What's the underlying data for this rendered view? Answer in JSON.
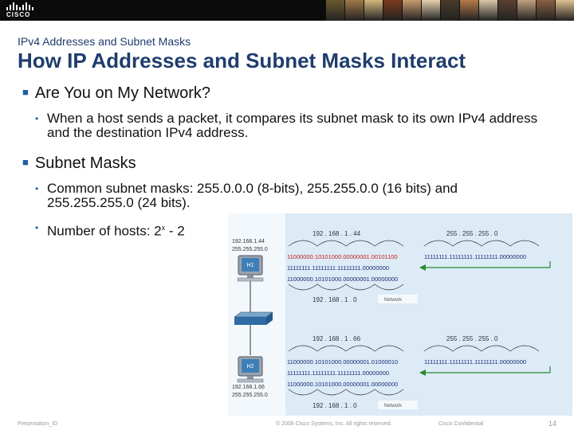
{
  "header": {
    "logo_text": "CISCO",
    "photo_colors": [
      "#6b5a2e",
      "#a0784a",
      "#d3b87a",
      "#7a3b1e",
      "#c69c6d",
      "#e6d2b0",
      "#4a3a2a",
      "#b67a4a",
      "#d9c8a8",
      "#5a4030",
      "#c0a080",
      "#8a6040",
      "#e0c090"
    ]
  },
  "slide": {
    "subtitle": "IPv4 Addresses and Subnet Masks",
    "title": "How IP Addresses and Subnet Masks Interact",
    "bullet1": "Are You on My Network?",
    "bullet1_sub": "When a host sends a packet, it compares its subnet mask to its own IPv4 address and the destination IPv4 address.",
    "bullet2": "Subnet Masks",
    "bullet2_sub1": "Common subnet masks: 255.0.0.0 (8-bits), 255.255.0.0 (16 bits) and 255.255.255.0 (24 bits).",
    "bullet2_sub2_pre": "Number of hosts: 2",
    "bullet2_sub2_sup": "x",
    "bullet2_sub2_post": " - 2"
  },
  "figure": {
    "h1": {
      "label": "H1",
      "ip": "192.168.1.44",
      "mask": "255.255.255.0"
    },
    "h2": {
      "label": "H2",
      "ip": "192.168.1.66",
      "mask": "255.255.255.0"
    },
    "top": {
      "ip_dotted": "192 . 168 . 1 . 44",
      "mask_dotted": "255 . 255 . 255 . 0",
      "ip_bin": "11000000.10101000.00000001.00101100",
      "mask_bin_left": "11111111.11111111.11111111.00000000",
      "mask_bin_right": "11111111.11111111.11111111.00000000",
      "net_bin": "11000000.10101000.00000001.00000000",
      "net_dotted": "192 . 168 . 1 . 0",
      "net_label": "Network"
    },
    "bottom": {
      "ip_dotted": "192 . 168 . 1 . 66",
      "mask_dotted": "255 . 255 . 255 . 0",
      "ip_bin": "11000000.10101000.00000001.01000010",
      "mask_bin_left": "11111111.11111111.11111111.00000000",
      "mask_bin_right": "11111111.11111111.11111111.00000000",
      "net_bin": "11000000.10101000.00000001.00000000",
      "net_dotted": "192 . 168 . 1 . 0",
      "net_label": "Network"
    },
    "colors": {
      "bg": "#dcebf6",
      "red": "#c8201c",
      "navy": "#1b2c78",
      "green": "#2a8a2a",
      "teal": "#2f7d88"
    }
  },
  "footer": {
    "left": "Presentation_ID",
    "center": "© 2008 Cisco Systems, Inc. All rights reserved.",
    "right": "Cisco Confidential",
    "page": "14"
  }
}
